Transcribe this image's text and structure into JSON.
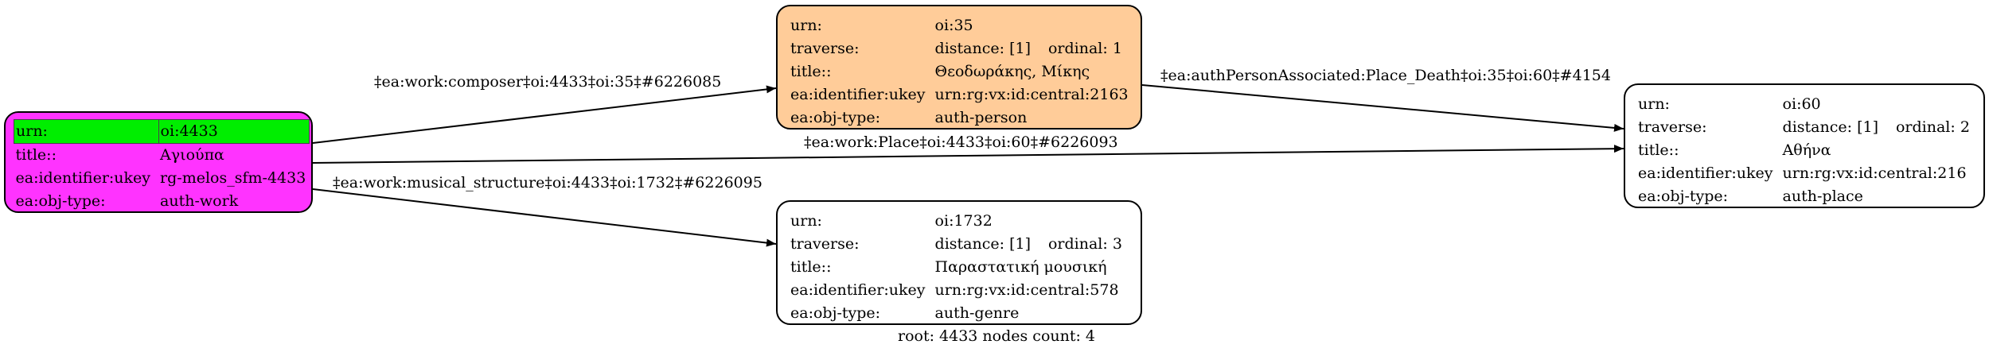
{
  "nodes": {
    "root": {
      "color": "#ff33ff",
      "rows": [
        {
          "k": "urn:",
          "v": "oi:4433"
        },
        {
          "k": "title::",
          "v": "Αγιούπα"
        },
        {
          "k": "ea:identifier:ukey",
          "v": "rg-melos_sfm-4433"
        },
        {
          "k": "ea:obj-type:",
          "v": "auth-work"
        }
      ]
    },
    "person": {
      "color": "#ffcc99",
      "urn": {
        "k": "urn:",
        "v": "oi:35"
      },
      "traverse": {
        "k": "traverse:",
        "distance": "distance: [1]",
        "ordinal": "ordinal: 1"
      },
      "title": {
        "k": "title::",
        "v": "Θεοδωράκης, Μίκης"
      },
      "ukey": {
        "k": "ea:identifier:ukey",
        "v": "urn:rg:vx:id:central:2163"
      },
      "objtype": {
        "k": "ea:obj-type:",
        "v": "auth-person"
      }
    },
    "place": {
      "color": "#ffffff",
      "urn": {
        "k": "urn:",
        "v": "oi:60"
      },
      "traverse": {
        "k": "traverse:",
        "distance": "distance: [1]",
        "ordinal": "ordinal: 2"
      },
      "title": {
        "k": "title::",
        "v": "Αθήνα"
      },
      "ukey": {
        "k": "ea:identifier:ukey",
        "v": "urn:rg:vx:id:central:216"
      },
      "objtype": {
        "k": "ea:obj-type:",
        "v": "auth-place"
      }
    },
    "genre": {
      "color": "#ffffff",
      "urn": {
        "k": "urn:",
        "v": "oi:1732"
      },
      "traverse": {
        "k": "traverse:",
        "distance": "distance: [1]",
        "ordinal": "ordinal: 3"
      },
      "title": {
        "k": "title::",
        "v": "Παραστατική μουσική"
      },
      "ukey": {
        "k": "ea:identifier:ukey",
        "v": "urn:rg:vx:id:central:578"
      },
      "objtype": {
        "k": "ea:obj-type:",
        "v": "auth-genre"
      }
    }
  },
  "edges": {
    "composer": "‡ea:work:composer‡oi:4433‡oi:35‡#6226085",
    "death_place": "‡ea:authPersonAssociated:Place_Death‡oi:35‡oi:60‡#4154",
    "place": "‡ea:work:Place‡oi:4433‡oi:60‡#6226093",
    "musical_structure": "‡ea:work:musical_structure‡oi:4433‡oi:1732‡#6226095"
  },
  "footer": "root: 4433 nodes count: 4"
}
